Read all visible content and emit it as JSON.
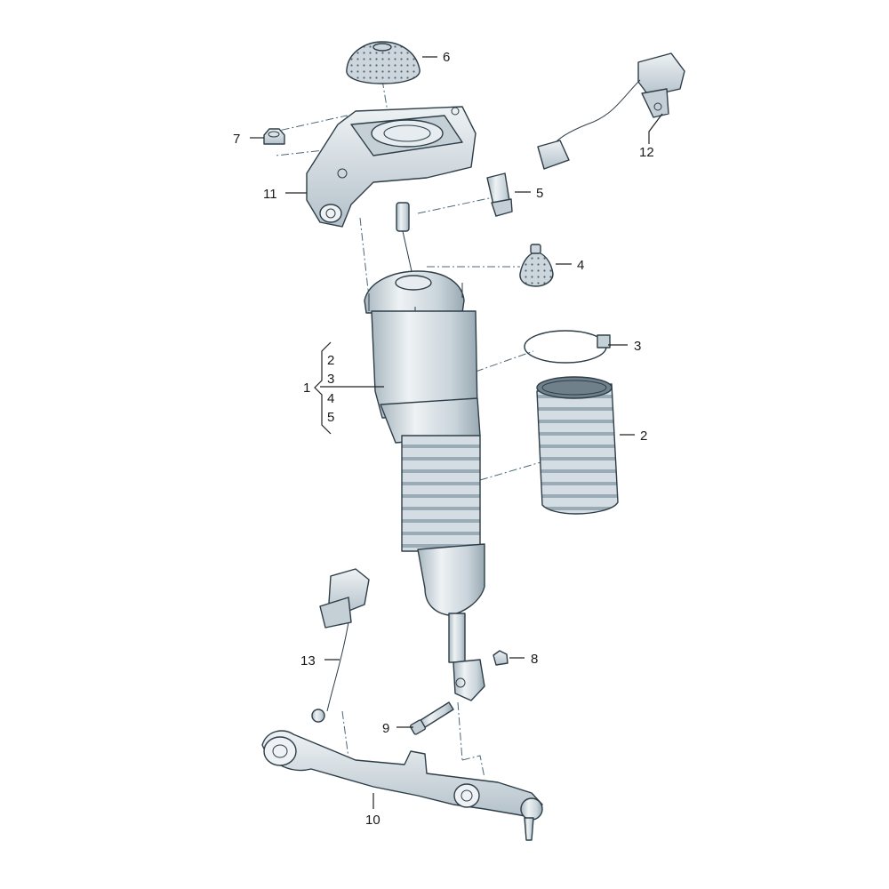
{
  "callouts": {
    "c1": "1",
    "c2": "2",
    "c3": "3",
    "c4": "4",
    "c5": "5",
    "c6": "6",
    "c7": "7",
    "c8": "8",
    "c9": "9",
    "c10": "10",
    "c11": "11",
    "c12": "12",
    "c13": "13"
  },
  "group_1_contents": [
    "2",
    "3",
    "4",
    "5"
  ],
  "colors": {
    "part_fill": "#d4dde3",
    "part_shade": "#a9b7c0",
    "part_light": "#eef2f4",
    "outline": "#2e3e48"
  }
}
